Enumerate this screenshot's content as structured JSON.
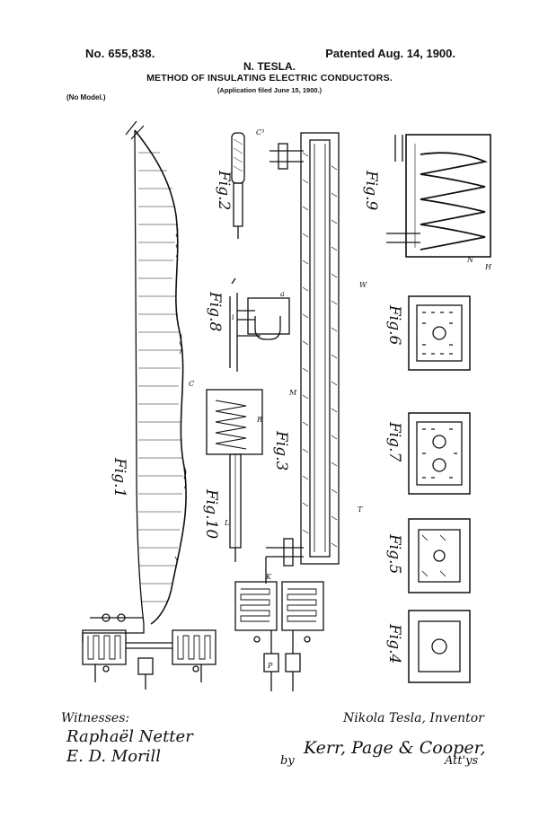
{
  "header": {
    "patent_number": "No. 655,838.",
    "patent_date": "Patented Aug. 14, 1900.",
    "inventor": "N. TESLA.",
    "title": "METHOD OF INSULATING ELECTRIC CONDUCTORS.",
    "application": "(Application filed June 15, 1900.)",
    "model_note": "(No Model.)"
  },
  "figures": {
    "fig1": "Fig.1",
    "fig2": "Fig.2",
    "fig3": "Fig.3",
    "fig4": "Fig.4",
    "fig5": "Fig.5",
    "fig6": "Fig.6",
    "fig7": "Fig.7",
    "fig8": "Fig.8",
    "fig9": "Fig.9",
    "fig10": "Fig.10"
  },
  "reference_labels": {
    "c_top": "C³",
    "c_cable": "C",
    "m_channel": "M",
    "w_wire": "W",
    "t_tube": "T",
    "l_tube": "L",
    "k_coil": "K",
    "p_pump": "P",
    "h_box": "H",
    "a_block": "a",
    "i_pipe": "i",
    "r_coil": "R",
    "n_mark": "N"
  },
  "footer": {
    "witnesses_label": "Witnesses:",
    "witness_1": "Raphaël Netter",
    "witness_2": "E. D. Morill",
    "inventor_line": "Nikola Tesla, Inventor",
    "by_label": "by",
    "attorneys": "Kerr, Page & Cooper,",
    "attys_label": "Att'ys"
  }
}
